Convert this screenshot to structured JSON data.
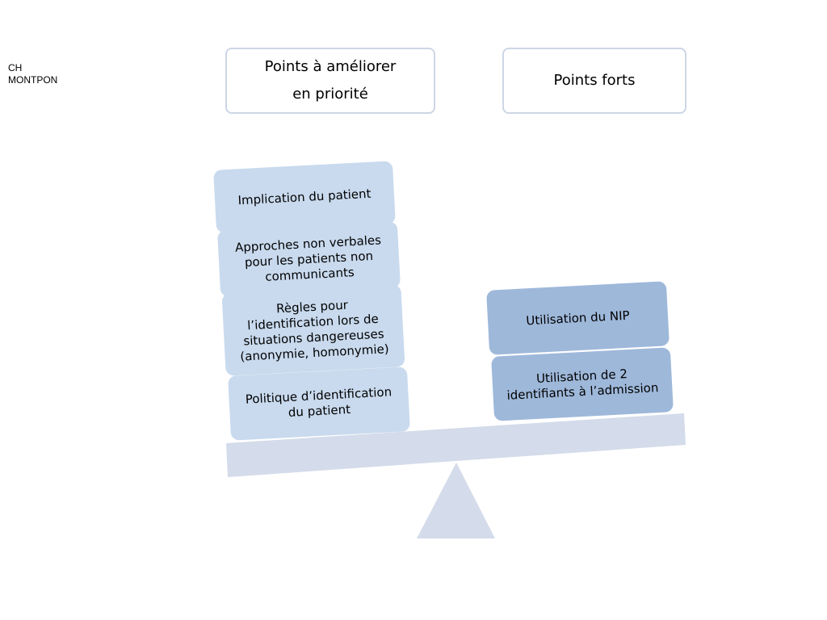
{
  "organization": {
    "line1": "CH",
    "line2": "MONTPON"
  },
  "headers": {
    "left": {
      "line1": "Points à améliorer",
      "line2": "en priorité"
    },
    "right": {
      "line1": "Points forts"
    }
  },
  "left_items": [
    "Implication du patient",
    "Approches non verbales\npour les patients non\ncommunicants",
    "Règles pour\nl’identification lors de\nsituations dangereuses\n(anonymie, homonymie)",
    "Politique d’identification\ndu patient"
  ],
  "right_items": [
    "Utilisation du NIP",
    "Utilisation de 2\nidentifiants à l’admission"
  ],
  "colors": {
    "weak_tile": "#c9daee",
    "strong_tile": "#9eb8da",
    "beam": "#d4dbea",
    "header_border": "#cdd6e6"
  }
}
